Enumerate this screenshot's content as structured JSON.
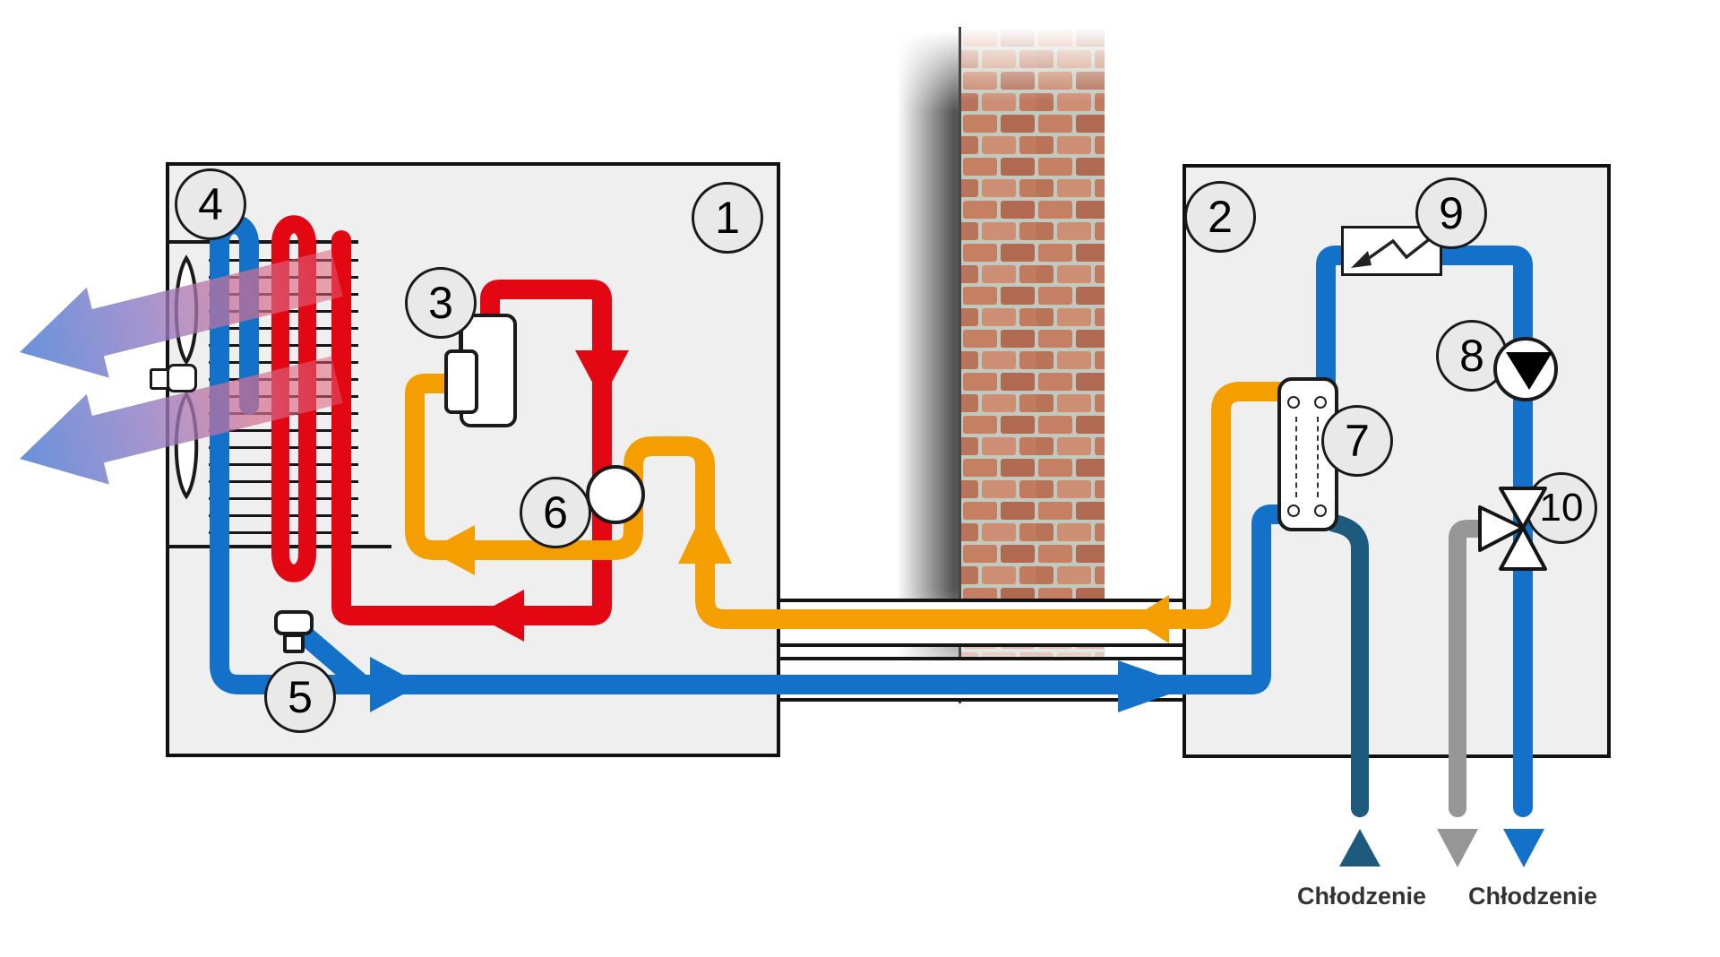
{
  "diagram": {
    "callouts": {
      "outdoor_unit": "1",
      "indoor_unit": "2",
      "compressor": "3",
      "fan_coil": "4",
      "service_valve": "5",
      "expansion_valve": "6",
      "heat_exchanger": "7",
      "pump": "8",
      "heater_element": "9",
      "three_way_valve": "10"
    },
    "flow_labels": {
      "chilled_supply": "Chłodzenie",
      "chilled_return": "Chłodzenie"
    },
    "colors": {
      "hot_gas_pipe": "#e30613",
      "suction_pipe": "#f59e00",
      "cold_liquid_pipe": "#1371c9",
      "chilled_water_pipe": "#1e5a7e",
      "return_water_pipe": "#969696",
      "unit_box_fill": "#efefef"
    }
  }
}
